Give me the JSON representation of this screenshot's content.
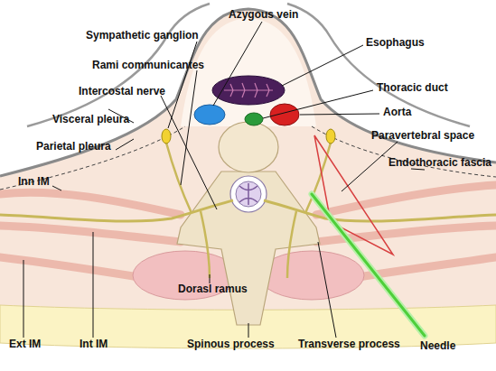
{
  "diagram": {
    "labels": [
      "Sympathetic ganglion",
      "Azygous vein",
      "Esophagus",
      "Rami communicantes",
      "Thoracic duct",
      "Intercostal nerve",
      "Aorta",
      "Visceral pleura",
      "Paravertebral space",
      "Parietal pleura",
      "Endothoracic fascia",
      "Inn IM",
      "Dorasl ramus",
      "Ext IM",
      "Int IM",
      "Spinous process",
      "Transverse process",
      "Needle"
    ]
  }
}
